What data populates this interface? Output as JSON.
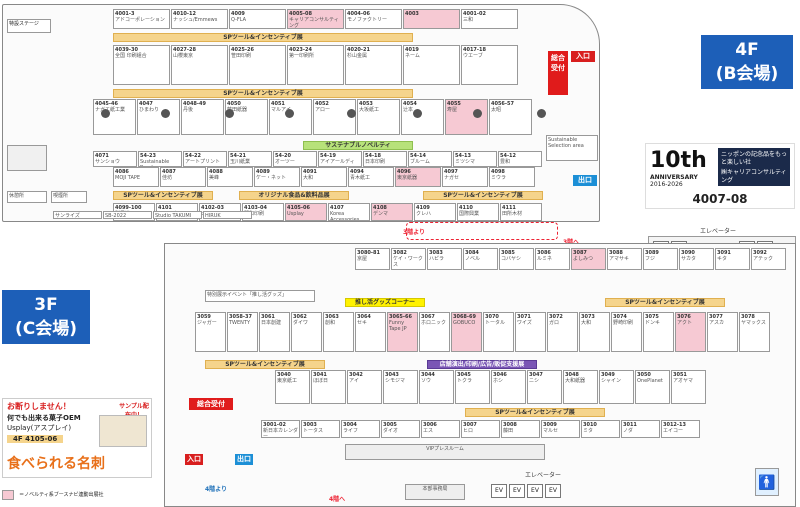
{
  "floor4": {
    "label_line1": "4F",
    "label_line2": "(B会場)",
    "reception": "総合受付",
    "entrance": "入口",
    "exit": "出口",
    "special_stage": "特設ステージ",
    "elevator": "エレベーター",
    "to_3f": "3階へ",
    "from_3f": "3階より",
    "sp_band": "SPツール&インセンティブ展",
    "sustainable_band": "サステナブルノベルティ",
    "food_band": "オリジナル食品&飲料品展",
    "sustainable_booth": "Sustainable Selection area",
    "booths_row1": [
      {
        "num": "4001-3",
        "name": "アドコーポレーション"
      },
      {
        "num": "4010-12",
        "name": "ナッシュ/Emmews"
      },
      {
        "num": "4009",
        "name": "Q-FLA"
      },
      {
        "num": "4005-08",
        "name": "キャリアコンサルティング"
      },
      {
        "num": "4004-06",
        "name": "モノファクトリー"
      },
      {
        "num": "4003",
        "name": ""
      },
      {
        "num": "4001-02",
        "name": "三和"
      }
    ],
    "booths_row2": [
      {
        "num": "4039-30",
        "name": "全国 印刷組合"
      },
      {
        "num": "4027-28",
        "name": "山櫻東京"
      },
      {
        "num": "4025-26",
        "name": "笹田印刷"
      },
      {
        "num": "4023-24",
        "name": "第一印刷所"
      },
      {
        "num": "4020-21",
        "name": "杉山金属"
      },
      {
        "num": "4019",
        "name": "ネーム"
      },
      {
        "num": "4017-18",
        "name": "ウエーブ"
      }
    ],
    "booths_row3": [
      {
        "num": "4045-46",
        "name": "ナガエ紙工業"
      },
      {
        "num": "4047",
        "name": "ひまわり"
      },
      {
        "num": "4048-49",
        "name": "丹後"
      },
      {
        "num": "4050",
        "name": "藤田紙器"
      },
      {
        "num": "4051",
        "name": "マルアイ"
      },
      {
        "num": "4052",
        "name": "アロー"
      },
      {
        "num": "4053",
        "name": "大坂紙工"
      },
      {
        "num": "4054",
        "name": "辻本"
      },
      {
        "num": "4055",
        "name": "寿屋"
      },
      {
        "num": "4056-57",
        "name": "太昭"
      }
    ],
    "booths_row4": [
      {
        "num": "4071",
        "name": "サンショウ"
      },
      {
        "num": "54-23",
        "name": "Sustainable Bamboo"
      },
      {
        "num": "54-22",
        "name": "アートプリント"
      },
      {
        "num": "54-21",
        "name": "玉川紙業"
      },
      {
        "num": "54-20",
        "name": "オーツー"
      },
      {
        "num": "54-19",
        "name": "アイアールディ"
      },
      {
        "num": "54-18",
        "name": "日本印刷"
      },
      {
        "num": "54-14",
        "name": "ブルーム"
      },
      {
        "num": "54-13",
        "name": "ミツシマ"
      },
      {
        "num": "54-12",
        "name": "豊和"
      }
    ],
    "booths_row5": [
      {
        "num": "4086",
        "name": "MOJI TAPE"
      },
      {
        "num": "4087",
        "name": "佳坊"
      },
      {
        "num": "4088",
        "name": "美峰"
      },
      {
        "num": "4089",
        "name": "ケー・ネット"
      },
      {
        "num": "4091",
        "name": "大和"
      },
      {
        "num": "4094",
        "name": "青木紙工"
      },
      {
        "num": "4096",
        "name": "東京紙器"
      },
      {
        "num": "4097",
        "name": "ナガセ"
      },
      {
        "num": "4098",
        "name": "ミウラ"
      }
    ],
    "booths_row6": [
      {
        "num": "4099-100",
        "name": "梨風機"
      },
      {
        "num": "4101",
        "name": "アライク"
      },
      {
        "num": "4102-03",
        "name": "メイコー"
      },
      {
        "num": "4103-04",
        "name": "明和印刷"
      },
      {
        "num": "4105-06",
        "name": "Usplay"
      },
      {
        "num": "4107",
        "name": "Korea Accessories"
      },
      {
        "num": "4108",
        "name": "デンマ"
      },
      {
        "num": "4109",
        "name": "クレハ"
      },
      {
        "num": "4110",
        "name": "国際興業"
      },
      {
        "num": "4111",
        "name": "田所木材"
      }
    ],
    "booths_bottom": [
      {
        "num": "",
        "name": "サンライズ"
      },
      {
        "num": "",
        "name": "SB-2022"
      },
      {
        "num": "",
        "name": "Studio TAKUMI Japan"
      },
      {
        "num": "",
        "name": "HIRUK"
      }
    ],
    "rest_area": "休憩所",
    "smoking": "喫煙所"
  },
  "floor3": {
    "label_line1": "3F",
    "label_line2": "(C会場)",
    "reception": "総合受付",
    "entrance": "入口",
    "exit": "出口",
    "from_4f": "4階より",
    "to_4f": "4階へ",
    "sp_band": "SPツール&インセンティブ展",
    "goods_band": "推し活グッズコーナー",
    "print_band": "店舗演出/印刷/広告/販促支援展",
    "vip_room": "VIPプレスルーム",
    "elevator": "エレベーター",
    "hq": "本部事務局",
    "special_event": "特別展示イベント「推し活グッズ」",
    "ev_label": "EV",
    "booths_top": [
      {
        "num": "3080-81",
        "name": "京屋"
      },
      {
        "num": "3082",
        "name": "ケイ・ワークス"
      },
      {
        "num": "3083",
        "name": "ハピラ"
      },
      {
        "num": "3084",
        "name": "ノベル"
      },
      {
        "num": "3085",
        "name": "コバヤシ"
      },
      {
        "num": "3086",
        "name": "ルミネ"
      },
      {
        "num": "3087",
        "name": "よしみつ"
      },
      {
        "num": "3088",
        "name": "アマサキ"
      },
      {
        "num": "3089",
        "name": "フジ"
      },
      {
        "num": "3090",
        "name": "サカタ"
      },
      {
        "num": "3091",
        "name": "キタ"
      },
      {
        "num": "3092",
        "name": "アテック"
      }
    ],
    "booths_mid": [
      {
        "num": "3059",
        "name": "ジャガー"
      },
      {
        "num": "3058-37",
        "name": "TWENTY"
      },
      {
        "num": "3061",
        "name": "日本創建"
      },
      {
        "num": "3062",
        "name": "ダイワ"
      },
      {
        "num": "3063",
        "name": "創和"
      },
      {
        "num": "3064",
        "name": "セキ"
      },
      {
        "num": "3065-66",
        "name": "Funny Tape JP"
      },
      {
        "num": "3067",
        "name": "ホロニック"
      },
      {
        "num": "3068-69",
        "name": "GOBUCO"
      },
      {
        "num": "3070",
        "name": "トータル"
      },
      {
        "num": "3071",
        "name": "ワイズ"
      },
      {
        "num": "3072",
        "name": "ガロ"
      },
      {
        "num": "3073",
        "name": "大和"
      },
      {
        "num": "3074",
        "name": "野崎印刷"
      },
      {
        "num": "3075",
        "name": "ドンキ"
      },
      {
        "num": "3076",
        "name": "アクト"
      },
      {
        "num": "3077",
        "name": "アスカ"
      },
      {
        "num": "3078",
        "name": "ヤマックス"
      }
    ],
    "booths_low": [
      {
        "num": "3040",
        "name": "東京紙工"
      },
      {
        "num": "3041",
        "name": "ほぼ日"
      },
      {
        "num": "3042",
        "name": "アイ"
      },
      {
        "num": "3043",
        "name": "シモジマ"
      },
      {
        "num": "3044",
        "name": "ソウ"
      },
      {
        "num": "3045",
        "name": "トクラ"
      },
      {
        "num": "3046",
        "name": "ホシ"
      },
      {
        "num": "3047",
        "name": "ニシ"
      },
      {
        "num": "3048",
        "name": "大和紙器"
      },
      {
        "num": "3049",
        "name": "シャイン"
      },
      {
        "num": "3050",
        "name": "OnePlanet"
      },
      {
        "num": "3051",
        "name": "アオヤマ"
      }
    ],
    "booths_bottom": [
      {
        "num": "3001-02",
        "name": "新日本カレンダー"
      },
      {
        "num": "3003",
        "name": "トータス"
      },
      {
        "num": "3004",
        "name": "ライフ"
      },
      {
        "num": "3005",
        "name": "ダイオ"
      },
      {
        "num": "3006",
        "name": "エス"
      },
      {
        "num": "3007",
        "name": "ヒロ"
      },
      {
        "num": "3008",
        "name": "藤田"
      },
      {
        "num": "3009",
        "name": "マルセ"
      },
      {
        "num": "3010",
        "name": "ミタ"
      },
      {
        "num": "3011",
        "name": "ノダ"
      },
      {
        "num": "3012-13",
        "name": "エイコー"
      }
    ]
  },
  "anniversary": {
    "big": "10th",
    "subtitle": "ANNIVERSARY",
    "years": "2016-2026",
    "tagline": "ニッポンの記念品をもっと楽しい社",
    "company": "㈱キャリアコンサルティング",
    "booth": "4007-08"
  },
  "sample_ad": {
    "top_line": "お断りしません！",
    "line2": "何でも出来る菓子OEM",
    "line3": "Usplay(アスプレイ)",
    "booth": "4F 4105-06",
    "badge": "サンプル配布中！",
    "tagline": "食べられる名刺"
  },
  "legend": {
    "pink_note": "＝ノベルティ系ブースナビ連動出展社"
  },
  "colors": {
    "blue": "#1d5fb8",
    "red": "#e01b1b",
    "sp_band": "#f5d48c",
    "pink": "#f6c9d3"
  }
}
